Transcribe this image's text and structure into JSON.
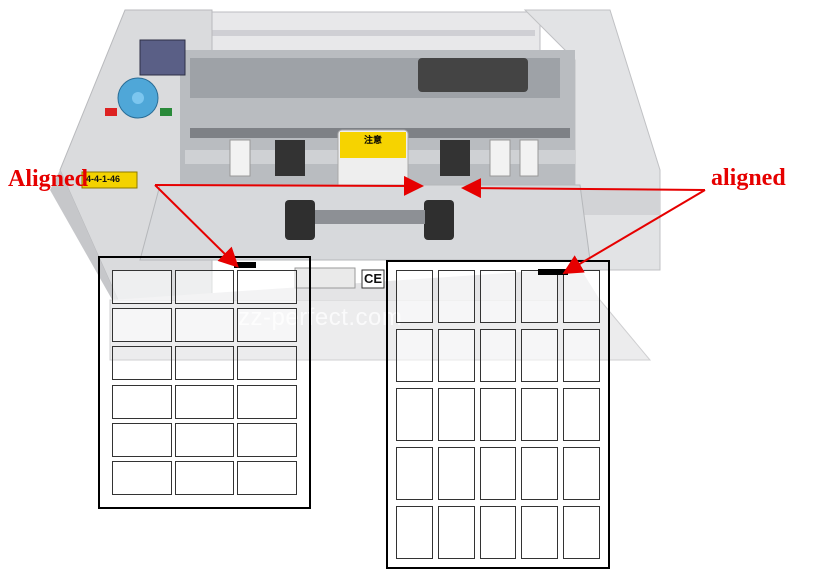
{
  "annotations": {
    "left_label": "Aligned",
    "right_label": "aligned",
    "arrow_color": "#e60000"
  },
  "watermark": "zz-perfect.com",
  "machine": {
    "warning_label_title": "注意",
    "ce_mark": "CE",
    "side_label": "4-4-1-46"
  },
  "sheets": {
    "left": {
      "rows": 6,
      "cols": 3
    },
    "right": {
      "rows": 5,
      "cols": 5
    }
  }
}
